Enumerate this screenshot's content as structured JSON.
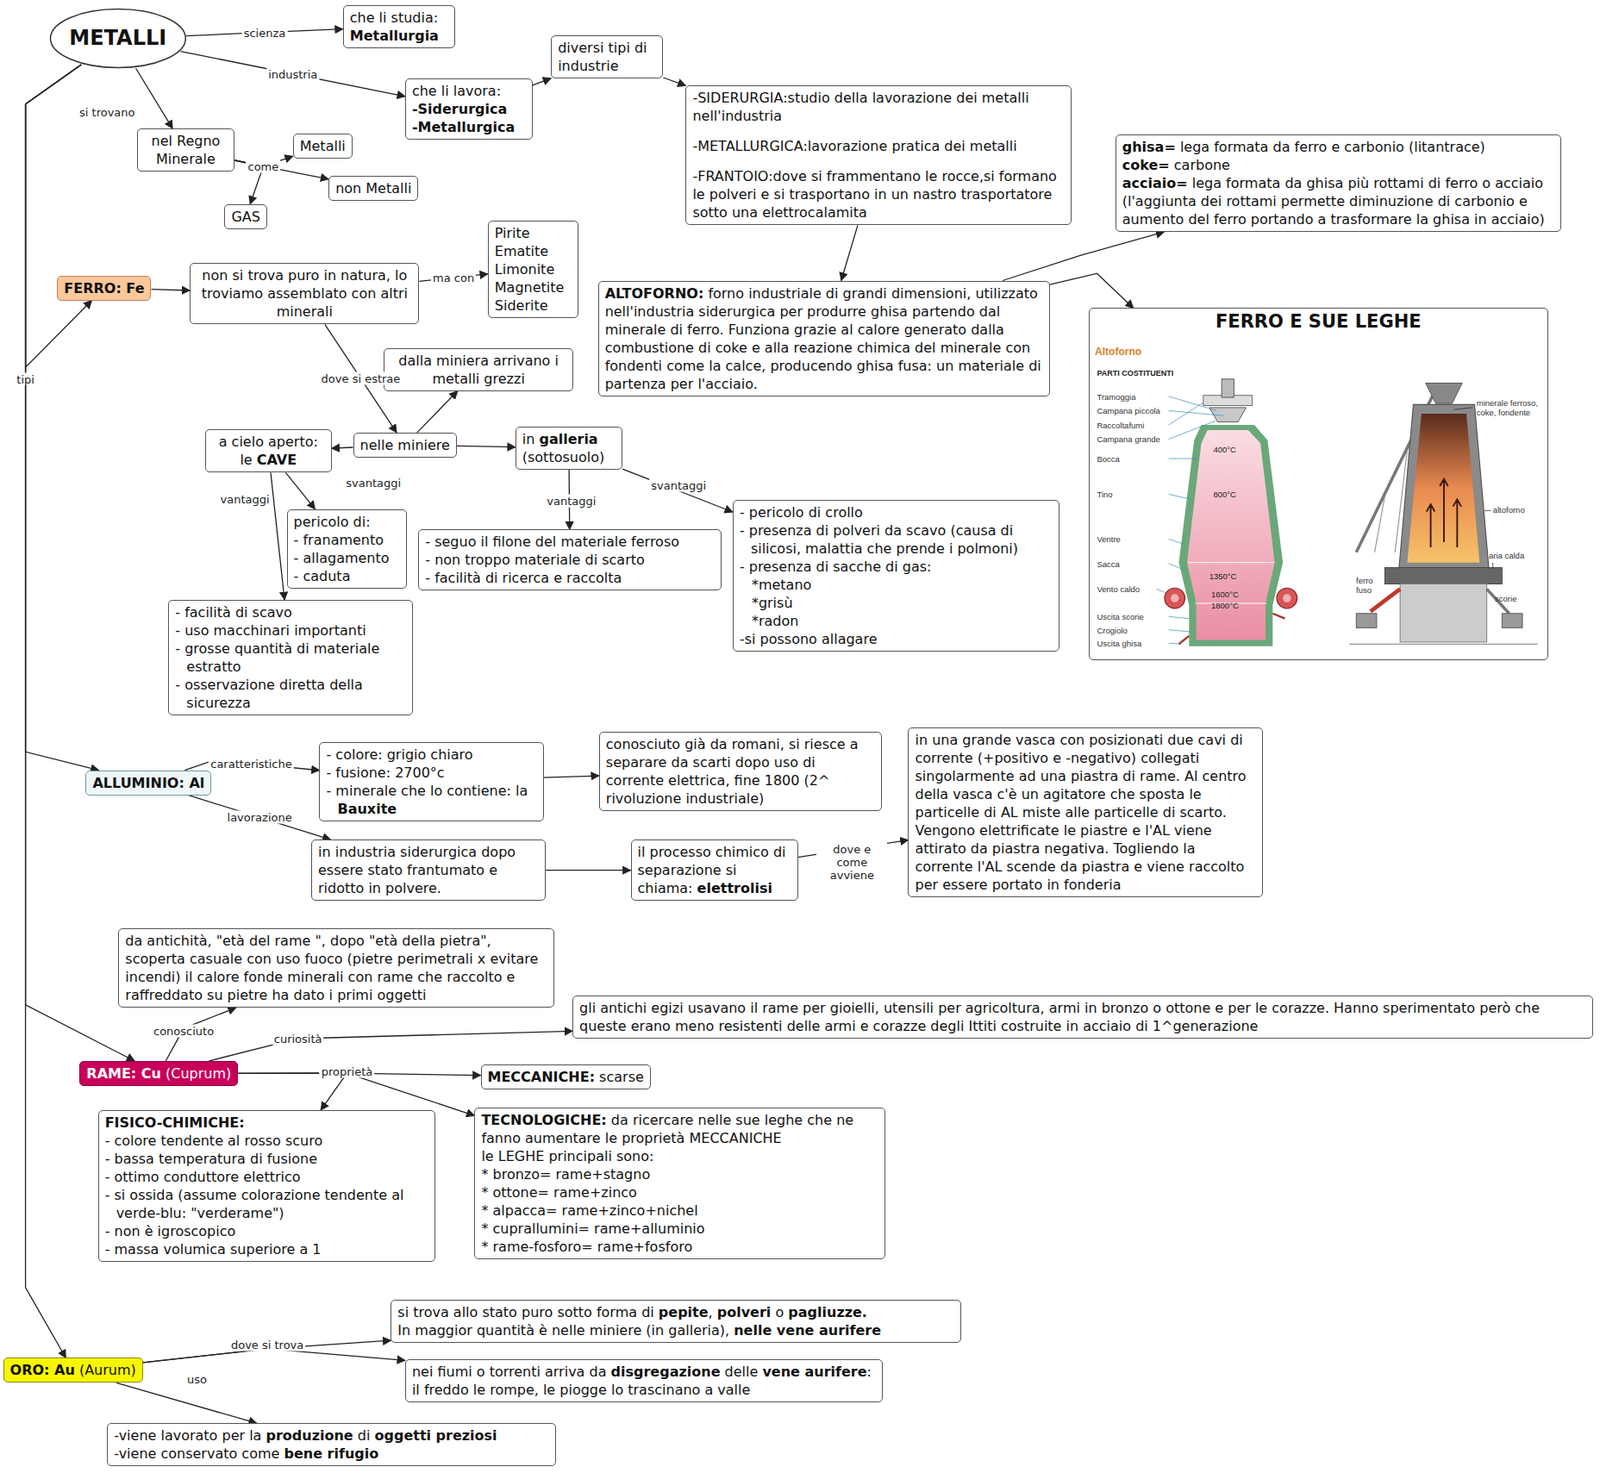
{
  "diagram": {
    "nodes": [
      {
        "text": [
          "METALLI"
        ]
      },
      {
        "text": [
          "che li studia:",
          "Metallurgia"
        ]
      },
      {
        "text": [
          "che li lavora:",
          "-Siderurgica",
          "-Metallurgica"
        ]
      },
      {
        "text": [
          "diversi tipi di industrie"
        ]
      },
      {
        "text": [
          "-SIDERURGIA:studio della lavorazione dei metalli nell'industria",
          "-METALLURGICA:lavorazione pratica dei metalli",
          "-FRANTOIO:dove si frammentano le rocce,si formano le polveri e si trasportano in un nastro trasportatore sotto una elettrocalamita"
        ]
      },
      {
        "text": [
          "nel Regno Minerale"
        ]
      },
      {
        "text": [
          "Metalli"
        ]
      },
      {
        "text": [
          "non Metalli"
        ]
      },
      {
        "text": [
          "GAS"
        ]
      },
      {
        "text": [
          "ghisa= lega formata da ferro e carbonio (litantrace)",
          "coke= carbone",
          "acciaio= lega formata da ghisa più rottami di ferro o acciaio (l'aggiunta dei rottami permette diminuzione di carbonio e aumento del ferro portando a trasformare la ghisa in acciaio)"
        ]
      },
      {
        "text": [
          "ALTOFORNO: forno industriale di grandi dimensioni, utilizzato nell'industria siderurgica per produrre ghisa partendo dal minerale di ferro. Funziona grazie al calore generato dalla combustione di coke e alla reazione chimica del minerale con fondenti come la calce, producendo ghisa fusa: un materiale di partenza per l'acciaio."
        ]
      },
      {
        "text": [
          "FERRO E SUE LEGHE"
        ]
      },
      {
        "text": [
          "FERRO: Fe"
        ]
      },
      {
        "text": [
          "non si trova puro in natura, lo troviamo assemblato con altri minerali"
        ]
      },
      {
        "text": [
          "Pirite",
          "Ematite",
          "Limonite",
          "Magnetite",
          "Siderite"
        ]
      },
      {
        "text": [
          "dalla miniera arrivano i metalli grezzi"
        ]
      },
      {
        "text": [
          "nelle miniere"
        ]
      },
      {
        "text": [
          "a cielo aperto: le CAVE"
        ]
      },
      {
        "text": [
          "in galleria (sottosuolo)"
        ]
      },
      {
        "text": [
          "pericolo di:",
          "- franamento",
          "- allagamento",
          "- caduta"
        ]
      },
      {
        "text": [
          "- seguo il filone del materiale ferroso",
          "- non troppo materiale di scarto",
          "- facilità di ricerca e raccolta"
        ]
      },
      {
        "text": [
          "- pericolo di crollo",
          "- presenza di polveri da scavo (causa di silicosi, malattia che prende i polmoni)",
          "- presenza di sacche di gas:",
          "*metano",
          "*grisù",
          "*radon",
          "-si possono allagare"
        ]
      },
      {
        "text": [
          "- facilità di scavo",
          "- uso macchinari importanti",
          "- grosse quantità di materiale estratto",
          "- osservazione diretta della sicurezza"
        ]
      },
      {
        "text": [
          "ALLUMINIO: Al"
        ]
      },
      {
        "text": [
          "- colore: grigio chiaro",
          "- fusione: 2700°c",
          "- minerale che lo contiene: la Bauxite"
        ]
      },
      {
        "text": [
          "conosciuto già da romani, si riesce a separare da scarti dopo uso di corrente elettrica, fine 1800 (2^ rivoluzione industriale)"
        ]
      },
      {
        "text": [
          "in una grande vasca con posizionati due cavi di corrente (+positivo e -negativo) collegati singolarmente ad una piastra di rame. Al centro della vasca c'è un agitatore che sposta le particelle di AL miste alle particelle di scarto. Vengono elettrificate le piastre e l'AL viene attirato da piastra negativa. Togliendo la corrente l'AL scende da piastra e viene raccolto per essere portato in fonderia"
        ]
      },
      {
        "text": [
          "in industria siderurgica dopo essere stato frantumato e ridotto in polvere."
        ]
      },
      {
        "text": [
          "il processo chimico di separazione si chiama: elettrolisi"
        ]
      },
      {
        "text": [
          "da antichità, \"età del rame \", dopo \"età della pietra\", scoperta casuale con uso fuoco (pietre perimetrali x evitare incendi) il calore fonde minerali con rame che raccolto e raffreddato su pietre ha dato i primi oggetti"
        ]
      },
      {
        "text": [
          "gli antichi egizi usavano il rame per gioielli, utensili per agricoltura, armi in bronzo o ottone e per le corazze. Hanno sperimentato però che queste erano meno resistenti delle armi e corazze degli Ittiti costruite in acciaio di 1^generazione"
        ]
      },
      {
        "text": [
          "RAME: Cu (Cuprum)"
        ]
      },
      {
        "text": [
          "MECCANICHE: scarse"
        ]
      },
      {
        "text": [
          "FISICO-CHIMICHE:",
          "- colore tendente al rosso scuro",
          "- bassa temperatura di fusione",
          "- ottimo conduttore elettrico",
          "- si ossida (assume colorazione tendente al verde-blu: \"verderame\")",
          "- non è igroscopico",
          "- massa volumica superiore a 1"
        ]
      },
      {
        "text": [
          "TECNOLOGICHE: da ricercare nelle sue leghe che ne fanno aumentare le proprietà MECCANICHE",
          "le LEGHE principali sono:",
          "* bronzo= rame+stagno",
          "* ottone= rame+zinco",
          "* alpacca= rame+zinco+nichel",
          "* cuprallumini= rame+alluminio",
          "* rame-fosforo= rame+fosforo"
        ]
      },
      {
        "text": [
          "si trova allo stato puro sotto forma di pepite, polveri o pagliuzze.",
          "In maggior quantità è nelle miniere (in galleria), nelle vene aurifere"
        ]
      },
      {
        "text": [
          "nei fiumi o torrenti arriva da disgregazione delle vene aurifere: il freddo le rompe, le piogge lo trascinano a valle"
        ]
      },
      {
        "text": [
          "ORO: Au (Aurum)"
        ]
      },
      {
        "text": [
          "-viene lavorato per la produzione di oggetti preziosi",
          "-viene conservato come bene rifugio"
        ]
      }
    ],
    "edges": [
      {
        "from": 0,
        "to": 1,
        "label": "scienza",
        "arrow": "to"
      },
      {
        "from": 0,
        "to": 2,
        "label": "industria",
        "arrow": "to"
      },
      {
        "from": 2,
        "to": 3,
        "arrow": "to"
      },
      {
        "from": 3,
        "to": 4,
        "arrow": "to"
      },
      {
        "from": 0,
        "to": 5,
        "label": "si trovano",
        "arrow": "to"
      },
      {
        "from": 5,
        "to": 6,
        "label": "come",
        "arrow": "to"
      },
      {
        "from": 5,
        "to": 7,
        "arrow": "to"
      },
      {
        "from": 5,
        "to": 8,
        "arrow": "to"
      },
      {
        "from": 4,
        "to": 10,
        "arrow": "to"
      },
      {
        "from": 10,
        "to": 9,
        "arrow": "to"
      },
      {
        "from": 10,
        "to": 11,
        "arrow": "to"
      },
      {
        "from": 0,
        "to": 12,
        "label": "tipi",
        "arrow": "to"
      },
      {
        "from": 0,
        "to": 23,
        "arrow": "to"
      },
      {
        "from": 0,
        "to": 31,
        "arrow": "to"
      },
      {
        "from": 0,
        "to": 37,
        "arrow": "to"
      },
      {
        "from": 12,
        "to": 13,
        "arrow": "to"
      },
      {
        "from": 13,
        "to": 14,
        "label": "ma con",
        "arrow": "to"
      },
      {
        "from": 13,
        "to": 16,
        "label": "dove si estrae",
        "arrow": "to"
      },
      {
        "from": 16,
        "to": 15,
        "arrow": "to"
      },
      {
        "from": 16,
        "to": 17,
        "arrow": "to"
      },
      {
        "from": 16,
        "to": 18,
        "arrow": "to"
      },
      {
        "from": 17,
        "to": 19,
        "label": "svantaggi",
        "arrow": "to"
      },
      {
        "from": 17,
        "to": 22,
        "label": "vantaggi",
        "arrow": "to"
      },
      {
        "from": 18,
        "to": 20,
        "label": "vantaggi",
        "arrow": "to"
      },
      {
        "from": 18,
        "to": 21,
        "label": "svantaggi",
        "arrow": "to"
      },
      {
        "from": 23,
        "to": 24,
        "label": "caratteristiche",
        "arrow": "to"
      },
      {
        "from": 24,
        "to": 25,
        "arrow": "to"
      },
      {
        "from": 23,
        "to": 27,
        "label": "lavorazione",
        "arrow": "to"
      },
      {
        "from": 27,
        "to": 28,
        "arrow": "to"
      },
      {
        "from": 28,
        "to": 26,
        "label": "dove e come avviene",
        "arrow": "to"
      },
      {
        "from": 31,
        "to": 29,
        "label": "conosciuto",
        "arrow": "to"
      },
      {
        "from": 31,
        "to": 30,
        "label": "curiosità",
        "arrow": "to"
      },
      {
        "from": 31,
        "to": 32,
        "label": "proprietà",
        "arrow": "to"
      },
      {
        "from": 31,
        "to": 33,
        "arrow": "to"
      },
      {
        "from": 31,
        "to": 34,
        "arrow": "to"
      },
      {
        "from": 37,
        "to": 35,
        "label": "dove si trova",
        "arrow": "to"
      },
      {
        "from": 37,
        "to": 36,
        "arrow": "to"
      },
      {
        "from": 37,
        "to": 38,
        "label": "uso",
        "arrow": "to"
      }
    ],
    "labels": [
      "Altoforno",
      "PARTI COSTITUENTI",
      "Tramoggia",
      "Campana piccola",
      "Raccoltafumi",
      "Campana grande",
      "Bocca",
      "Tino",
      "Ventre",
      "Sacca",
      "Vento caldo",
      "Uscita scorie",
      "Crogiolo",
      "Uscita ghisa",
      "400°C",
      "800°C",
      "1350°C",
      "1600°C",
      "1800°C",
      "minerale ferroso, coke, fondente",
      "altoforno",
      "aria calda",
      "ferro fuso",
      "scorie"
    ]
  }
}
